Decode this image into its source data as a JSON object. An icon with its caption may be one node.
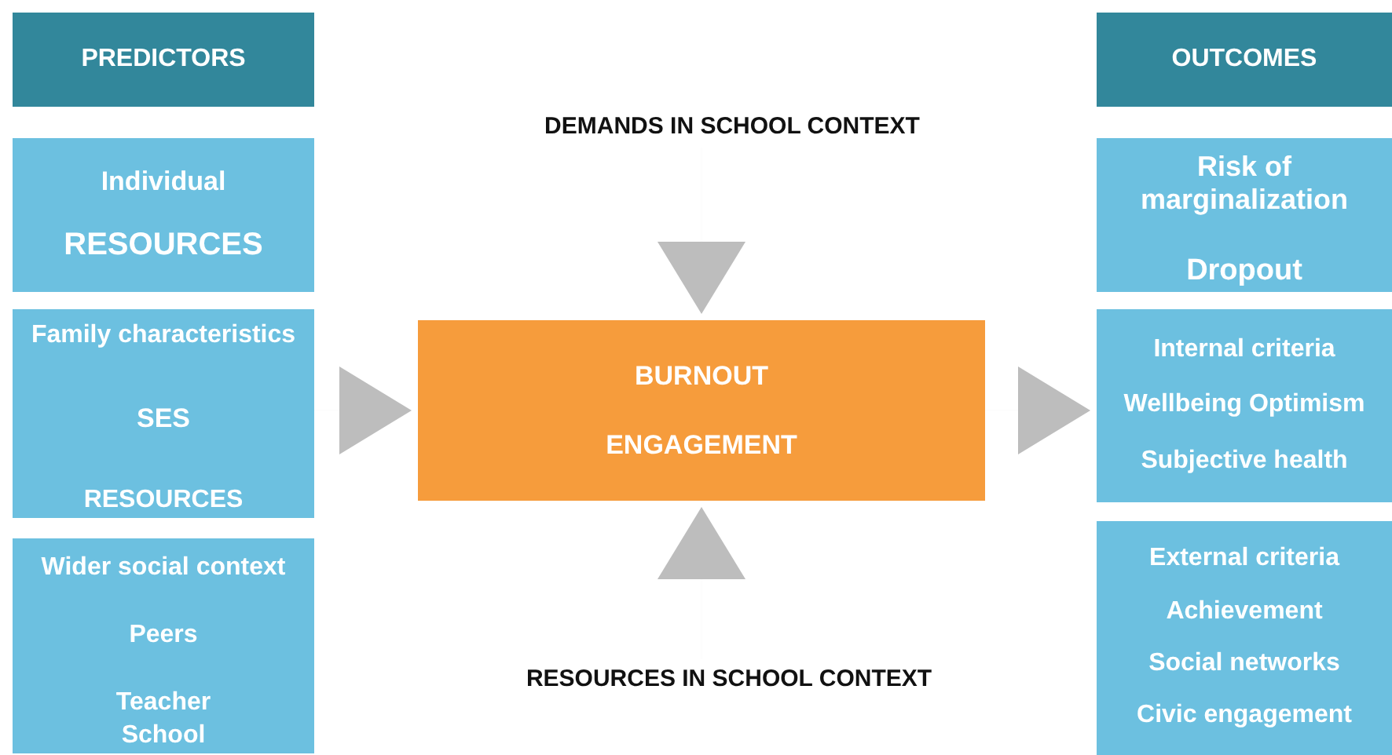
{
  "diagram": {
    "nodes": [
      {
        "text": [
          "PREDICTORS"
        ]
      },
      {
        "text": [
          "Individual",
          "RESOURCES"
        ]
      },
      {
        "text": [
          "Family characteristics",
          "SES",
          "RESOURCES"
        ]
      },
      {
        "text": [
          "Wider social context",
          "Peers",
          "Teacher",
          "School"
        ]
      },
      {
        "text": [
          "OUTCOMES"
        ]
      },
      {
        "text": [
          "Risk of marginalization",
          "Dropout"
        ]
      },
      {
        "text": [
          "Internal criteria",
          "Wellbeing Optimism",
          "Subjective health"
        ]
      },
      {
        "text": [
          "External criteria",
          "Achievement",
          "Social networks",
          "Civic engagement"
        ]
      },
      {
        "text": [
          "BURNOUT",
          "ENGAGEMENT"
        ]
      },
      {
        "text": [
          "DEMANDS IN SCHOOL CONTEXT"
        ]
      },
      {
        "text": [
          "RESOURCES IN SCHOOL CONTEXT"
        ]
      }
    ],
    "edges": [
      {
        "from": 2,
        "to": 8,
        "arrow": "to"
      },
      {
        "from": 8,
        "to": 6,
        "arrow": "to"
      },
      {
        "from": 9,
        "to": 8,
        "arrow": "to"
      },
      {
        "from": 10,
        "to": 8,
        "arrow": "to"
      }
    ]
  }
}
